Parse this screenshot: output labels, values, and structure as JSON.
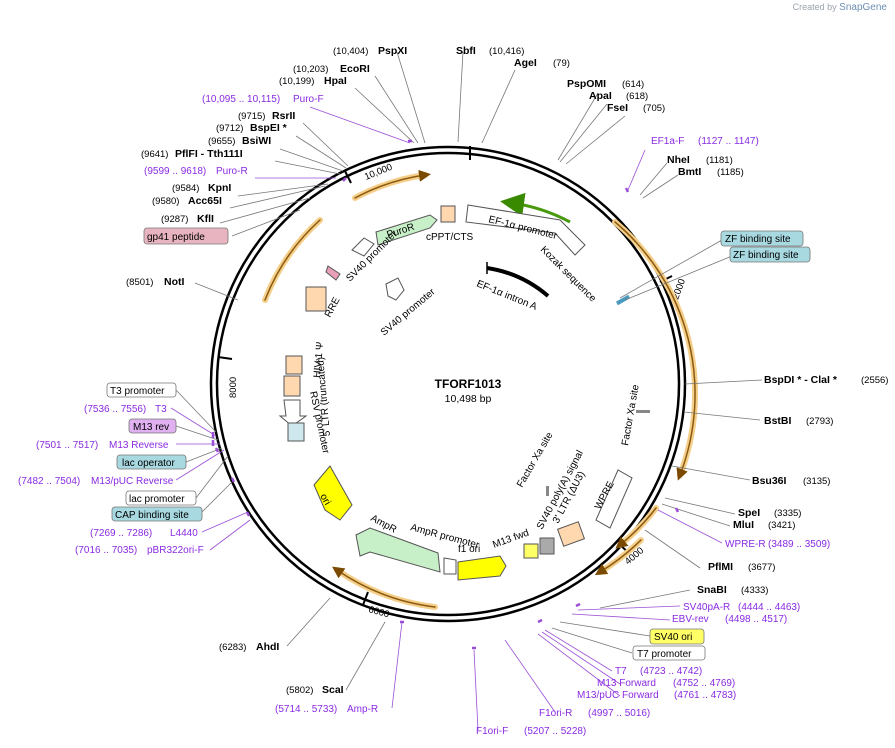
{
  "watermark": {
    "prefix": "Created by",
    "brand": "SnapGene"
  },
  "plasmid": {
    "name": "TFORF1013",
    "length": "10,498 bp"
  },
  "ticks": [
    {
      "label": "2000"
    },
    {
      "label": "4000"
    },
    {
      "label": "6000"
    },
    {
      "label": "8000"
    },
    {
      "label": "10,000"
    }
  ],
  "enzymes": [
    {
      "name": "PspXI",
      "pos": "(10,404)"
    },
    {
      "name": "SbfI",
      "pos": "(10,416)"
    },
    {
      "name": "AgeI",
      "pos": "(79)"
    },
    {
      "name": "EcoRI",
      "pos": "(10,203)"
    },
    {
      "name": "HpaI",
      "pos": "(10,199)"
    },
    {
      "name": "PspOMI",
      "pos": "(614)"
    },
    {
      "name": "ApaI",
      "pos": "(618)"
    },
    {
      "name": "FseI",
      "pos": "(705)"
    },
    {
      "name": "RsrII",
      "pos": "(9715)"
    },
    {
      "name": "BspEI *",
      "pos": "(9712)"
    },
    {
      "name": "BsiWI",
      "pos": "(9655)"
    },
    {
      "name": "PflFI - Tth111I",
      "pos": "(9641)"
    },
    {
      "name": "NheI",
      "pos": "(1181)"
    },
    {
      "name": "BmtI",
      "pos": "(1185)"
    },
    {
      "name": "KpnI",
      "pos": "(9584)"
    },
    {
      "name": "Acc65I",
      "pos": "(9580)"
    },
    {
      "name": "KflI",
      "pos": "(9287)"
    },
    {
      "name": "NotI",
      "pos": "(8501)"
    },
    {
      "name": "BspDI * - ClaI *",
      "pos": "(2556)"
    },
    {
      "name": "BstBI",
      "pos": "(2793)"
    },
    {
      "name": "Bsu36I",
      "pos": "(3135)"
    },
    {
      "name": "SpeI",
      "pos": "(3335)"
    },
    {
      "name": "MluI",
      "pos": "(3421)"
    },
    {
      "name": "PflMI",
      "pos": "(3677)"
    },
    {
      "name": "SnaBI",
      "pos": "(4333)"
    },
    {
      "name": "AhdI",
      "pos": "(6283)"
    },
    {
      "name": "ScaI",
      "pos": "(5802)"
    }
  ],
  "primers": [
    {
      "name": "Puro-F",
      "pos": "(10,095 .. 10,115)"
    },
    {
      "name": "Puro-R",
      "pos": "(9599 .. 9618)"
    },
    {
      "name": "EF1a-F",
      "pos": "(1127 .. 1147)"
    },
    {
      "name": "T3",
      "pos": "(7536 .. 7556)"
    },
    {
      "name": "M13 Reverse",
      "pos": "(7501 .. 7517)"
    },
    {
      "name": "M13/pUC Reverse",
      "pos": "(7482 .. 7504)"
    },
    {
      "name": "L4440",
      "pos": "(7269 .. 7286)"
    },
    {
      "name": "pBR322ori-F",
      "pos": "(7016 .. 7035)"
    },
    {
      "name": "WPRE-R",
      "pos": "(3489 .. 3509)"
    },
    {
      "name": "SV40pA-R",
      "pos": "(4444 .. 4463)"
    },
    {
      "name": "EBV-rev",
      "pos": "(4498 .. 4517)"
    },
    {
      "name": "T7",
      "pos": "(4723 .. 4742)"
    },
    {
      "name": "M13 Forward",
      "pos": "(4752 .. 4769)"
    },
    {
      "name": "M13/pUC Forward",
      "pos": "(4761 .. 4783)"
    },
    {
      "name": "F1ori-R",
      "pos": "(4997 .. 5016)"
    },
    {
      "name": "F1ori-F",
      "pos": "(5207 .. 5228)"
    },
    {
      "name": "Amp-R",
      "pos": "(5714 .. 5733)"
    }
  ],
  "boxed_features": [
    {
      "name": "gp41 peptide",
      "color": "#e8b4c0"
    },
    {
      "name": "ZF binding site",
      "color": "#a8d8e0"
    },
    {
      "name": "ZF binding site",
      "color": "#a8d8e0"
    },
    {
      "name": "T3 promoter",
      "color": "#ffffff"
    },
    {
      "name": "M13 rev",
      "color": "#e0b0f0"
    },
    {
      "name": "lac operator",
      "color": "#a8d8e0"
    },
    {
      "name": "lac promoter",
      "color": "#ffffff"
    },
    {
      "name": "CAP binding site",
      "color": "#a8d8e0"
    },
    {
      "name": "SV40 ori",
      "color": "#ffff66"
    },
    {
      "name": "T7 promoter",
      "color": "#ffffff"
    }
  ],
  "features": [
    {
      "name": "EF-1α promoter"
    },
    {
      "name": "Kozak sequence"
    },
    {
      "name": "EF-1α intron A"
    },
    {
      "name": "PuroR"
    },
    {
      "name": "cPPT/CTS"
    },
    {
      "name": "SV40 promoter"
    },
    {
      "name": "SV40 promoter"
    },
    {
      "name": "RRE"
    },
    {
      "name": "HIV-1 Ψ"
    },
    {
      "name": "5' LTR (truncated)"
    },
    {
      "name": "RSV promoter"
    },
    {
      "name": "Factor Xa site"
    },
    {
      "name": "Factor Xa site"
    },
    {
      "name": "SV40 poly(A) signal"
    },
    {
      "name": "3' LTR (ΔU3)"
    },
    {
      "name": "WPRE"
    },
    {
      "name": "M13 fwd"
    },
    {
      "name": "f1 ori"
    },
    {
      "name": "AmpR promoter"
    },
    {
      "name": "AmpR"
    },
    {
      "name": "ori"
    }
  ],
  "colors": {
    "enzyme": "#000000",
    "primer": "#8a2be2",
    "orf_arrow": "#f0a020",
    "puror": "#c8f0c8",
    "ampr": "#c8f0c8",
    "ori": "#ffff00",
    "ltr": "#ffd8b0"
  }
}
